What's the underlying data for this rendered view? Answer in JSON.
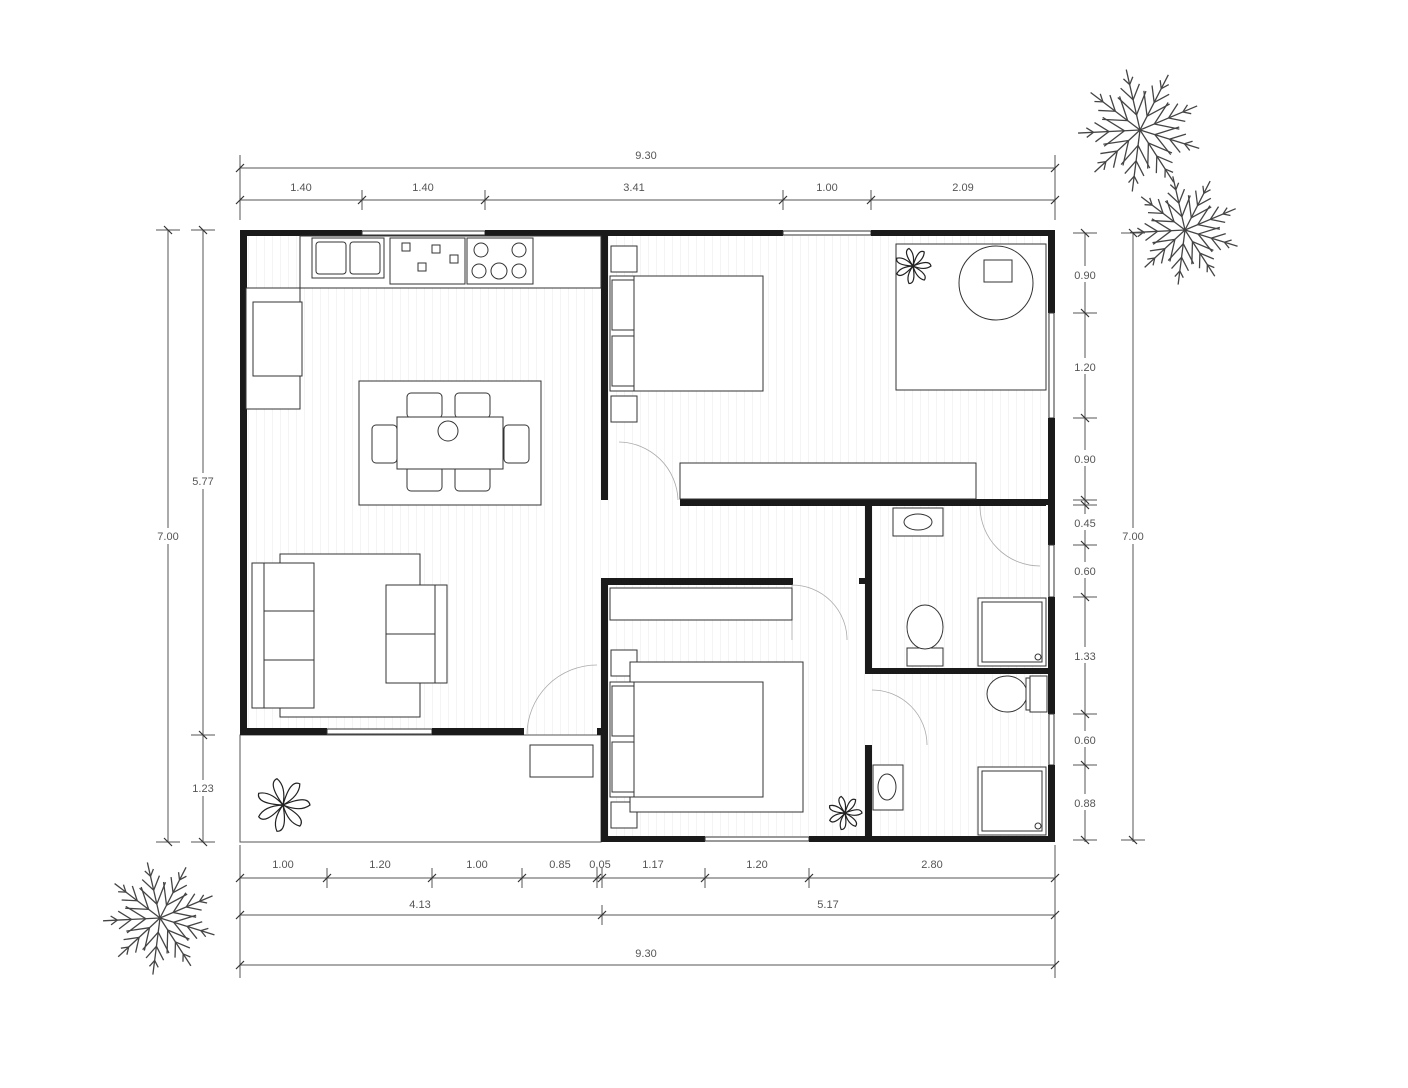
{
  "plan": {
    "dimensions": {
      "top_total": "9.30",
      "top_segments": [
        "1.40",
        "1.40",
        "3.41",
        "1.00",
        "2.09"
      ],
      "left_total": "7.00",
      "left_segments": [
        "5.77",
        "1.23"
      ],
      "right_total": "7.00",
      "right_segments": [
        "0.90",
        "1.20",
        "0.90",
        "0.45",
        "0.60",
        "1.33",
        "0.60",
        "0.88"
      ],
      "bottom_segments": [
        "1.00",
        "1.20",
        "1.00",
        "0.85",
        "0.05",
        "1.17",
        "1.20",
        "2.80"
      ],
      "bottom_subtotals": [
        "4.13",
        "5.17"
      ],
      "bottom_total": "9.30"
    },
    "colors": {
      "wall": "#1a1a1a",
      "line": "#555555",
      "floor_hatch": "#e6e6e6"
    }
  }
}
